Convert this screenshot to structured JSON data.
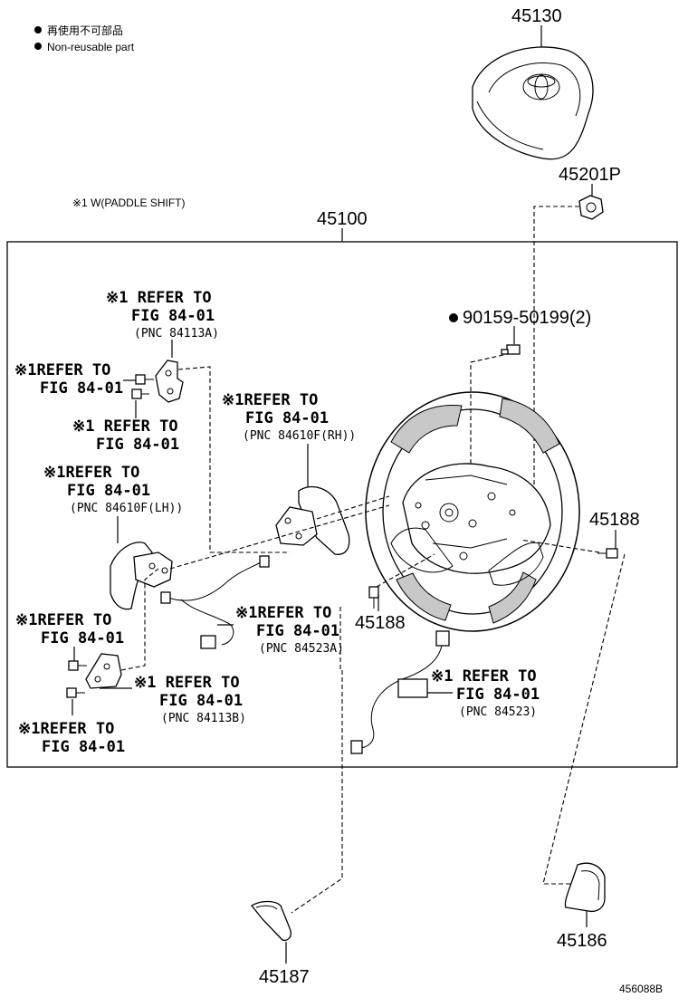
{
  "legend": {
    "bullet_jp": "再使用不可部品",
    "bullet_en": "Non-reusable part"
  },
  "note": "※1 W(PADDLE SHIFT)",
  "parts": {
    "airbag": "45130",
    "airbag_screw": "45201P",
    "wheel_assy": "45100",
    "bolt_nonreusable": "90159-50199(2)",
    "screw_right": "45188",
    "screw_center": "45188",
    "cover_left": "45187",
    "cover_right": "45186"
  },
  "callouts": {
    "c1": {
      "line1": "※1 REFER TO",
      "line2": "FIG 84-01",
      "line3": "(PNC 84113A)"
    },
    "c2": {
      "line1": "※1REFER TO",
      "line2": "FIG 84-01"
    },
    "c3": {
      "line1": "※1 REFER TO",
      "line2": "FIG 84-01"
    },
    "c4": {
      "line1": "※1REFER TO",
      "line2": "FIG 84-01",
      "line3": "(PNC 84610F(RH))"
    },
    "c5": {
      "line1": "※1REFER TO",
      "line2": "FIG 84-01",
      "line3": "(PNC 84610F(LH))"
    },
    "c6": {
      "line1": "※1REFER TO",
      "line2": "FIG 84-01",
      "line3": "(PNC 84523A)"
    },
    "c7": {
      "line1": "※1REFER TO",
      "line2": "FIG 84-01"
    },
    "c8": {
      "line1": "※1 REFER TO",
      "line2": "FIG 84-01",
      "line3": "(PNC 84113B)"
    },
    "c9": {
      "line1": "※1 REFER TO",
      "line2": "FIG 84-01",
      "line3": "(PNC 84523)"
    },
    "c10": {
      "line1": "※1REFER TO",
      "line2": "FIG 84-01"
    }
  },
  "figure_id": "456088B"
}
